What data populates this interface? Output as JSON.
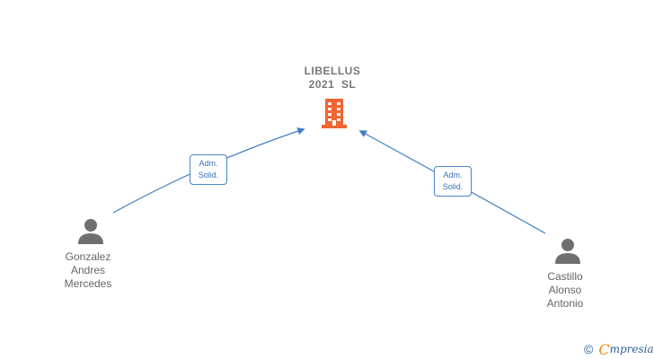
{
  "company": {
    "name_line1": "LIBELLUS",
    "name_line2": "2021  SL",
    "icon": "building-icon",
    "icon_color": "#f26430"
  },
  "people": [
    {
      "icon": "person-icon",
      "name_lines": [
        "Gonzalez",
        "Andres",
        "Mercedes"
      ]
    },
    {
      "icon": "person-icon",
      "name_lines": [
        "Castillo",
        "Alonso",
        "Antonio"
      ]
    }
  ],
  "relations": [
    {
      "label_line1": "Adm.",
      "label_line2": "Solid."
    },
    {
      "label_line1": "Adm.",
      "label_line2": "Solid."
    }
  ],
  "colors": {
    "edge": "#3f7fc4",
    "person": "#6f6f6f"
  },
  "brand": {
    "copyright_symbol": "©",
    "logo_initial": "C",
    "logo_rest": "mpresia"
  }
}
